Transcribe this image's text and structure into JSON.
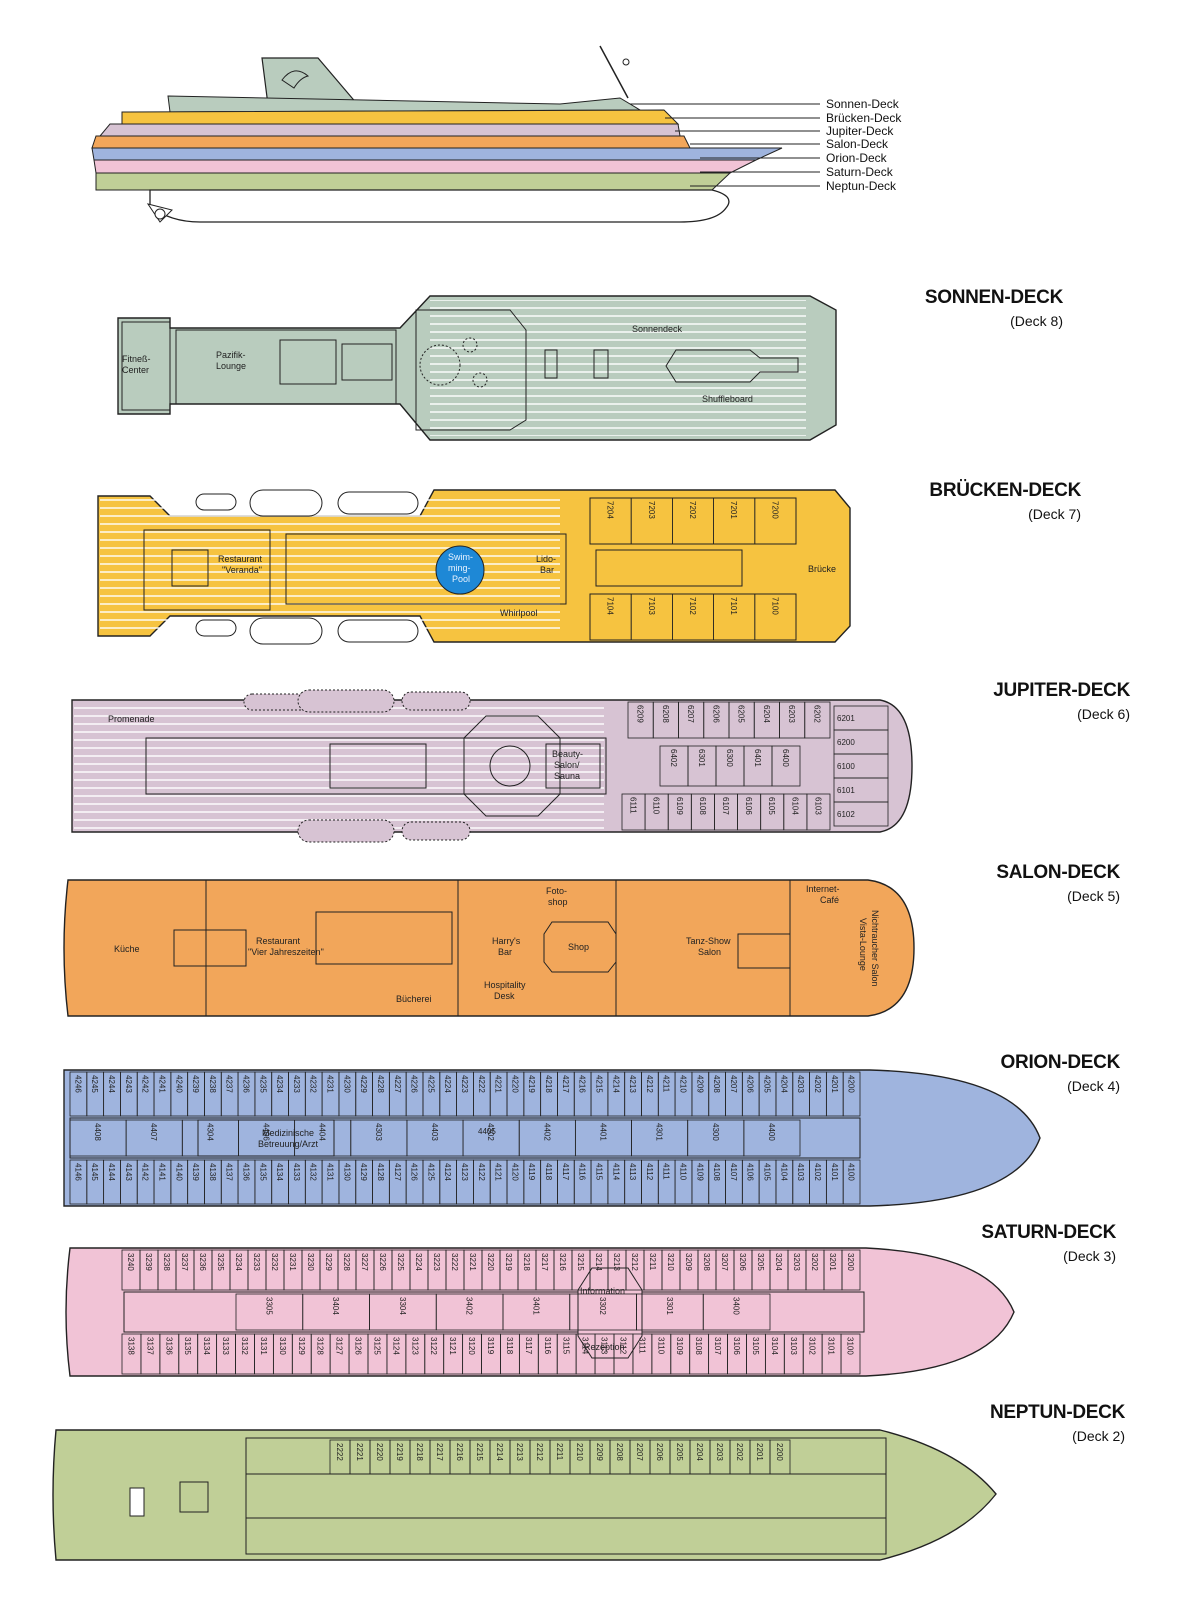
{
  "colors": {
    "sonnen": "#b9ccbe",
    "bruecken": "#f6c340",
    "jupiter": "#d7c3d3",
    "salon": "#f2a65a",
    "orion": "#9fb4de",
    "saturn": "#f1c3d6",
    "neptun": "#c0cf97",
    "outline": "#222222",
    "hull": "#ffffff"
  },
  "profile": {
    "legend": [
      "Sonnen-Deck",
      "Brücken-Deck",
      "Jupiter-Deck",
      "Salon-Deck",
      "Orion-Deck",
      "Saturn-Deck",
      "Neptun-Deck"
    ]
  },
  "decks": [
    {
      "key": "sonnen",
      "title": "SONNEN-DECK",
      "sub": "(Deck 8)"
    },
    {
      "key": "bruecken",
      "title": "BRÜCKEN-DECK",
      "sub": "(Deck 7)"
    },
    {
      "key": "jupiter",
      "title": "JUPITER-DECK",
      "sub": "(Deck 6)"
    },
    {
      "key": "salon",
      "title": "SALON-DECK",
      "sub": "(Deck 5)"
    },
    {
      "key": "orion",
      "title": "ORION-DECK",
      "sub": "(Deck 4)"
    },
    {
      "key": "saturn",
      "title": "SATURN-DECK",
      "sub": "(Deck 3)"
    },
    {
      "key": "neptun",
      "title": "NEPTUN-DECK",
      "sub": "(Deck 2)"
    }
  ],
  "rooms": {
    "sonnen": [
      "Fitneß-",
      "Center",
      "Pazifik-",
      "Lounge",
      "Sonnendeck",
      "Shuffleboard"
    ],
    "bruecken": [
      "Restaurant",
      "\"Veranda\"",
      "Swim-",
      "ming-",
      "Pool",
      "Whirlpool",
      "Lido-",
      "Bar",
      "Brücke"
    ],
    "bruecken_cabins_top": [
      "7204",
      "7203",
      "7202",
      "7201",
      "7200"
    ],
    "bruecken_cabins_bottom": [
      "7104",
      "7103",
      "7102",
      "7101",
      "7100"
    ],
    "jupiter": [
      "Promenade",
      "Beauty-",
      "Salon/",
      "Sauna"
    ],
    "jupiter_cabins_top": [
      "6209",
      "6208",
      "6207",
      "6206",
      "6205",
      "6204",
      "6203",
      "6202"
    ],
    "jupiter_cabins_bottom": [
      "6111",
      "6110",
      "6109",
      "6108",
      "6107",
      "6106",
      "6105",
      "6104",
      "6103"
    ],
    "jupiter_inner": [
      "6402",
      "6301",
      "6300",
      "6401",
      "6400"
    ],
    "jupiter_bow": [
      "6201",
      "6200",
      "6100",
      "6101",
      "6102"
    ],
    "salon": [
      "Küche",
      "Restaurant",
      "\"Vier Jahreszeiten\"",
      "Bücherei",
      "Foto-",
      "shop",
      "Harry's",
      "Bar",
      "Hospitality",
      "Desk",
      "Shop",
      "Tanz-Show",
      "Salon",
      "Internet-",
      "Café",
      "Nichtraucher Salon",
      "Vista-Lounge"
    ],
    "orion": [
      "Medizinische",
      "Betreuung/Arzt",
      "4405"
    ],
    "orion_cabins_top": [
      "4246",
      "4245",
      "4244",
      "4243",
      "4242",
      "4241",
      "4240",
      "4239",
      "4238",
      "4237",
      "4236",
      "4235",
      "4234",
      "4233",
      "4232",
      "4231",
      "4230",
      "4229",
      "4228",
      "4227",
      "4226",
      "4225",
      "4224",
      "4223",
      "4222",
      "4221",
      "4220",
      "4219",
      "4218",
      "4217",
      "4216",
      "4215",
      "4214",
      "4213",
      "4212",
      "4211",
      "4210",
      "4209",
      "4208",
      "4207",
      "4206",
      "4205",
      "4204",
      "4203",
      "4202",
      "4201",
      "4200"
    ],
    "orion_cabins_bottom": [
      "4146",
      "4145",
      "4144",
      "4143",
      "4142",
      "4141",
      "4140",
      "4139",
      "4138",
      "4137",
      "4136",
      "4135",
      "4134",
      "4133",
      "4132",
      "4131",
      "4130",
      "4129",
      "4128",
      "4127",
      "4126",
      "4125",
      "4124",
      "4123",
      "4122",
      "4121",
      "4120",
      "4119",
      "4118",
      "4117",
      "4116",
      "4115",
      "4114",
      "4113",
      "4112",
      "4111",
      "4110",
      "4109",
      "4108",
      "4107",
      "4106",
      "4105",
      "4104",
      "4103",
      "4102",
      "4101",
      "4100"
    ],
    "orion_inner": [
      "4408",
      "4407",
      "4304",
      "4406",
      "4404",
      "4303",
      "4403",
      "4302",
      "4402",
      "4401",
      "4301",
      "4300",
      "4400"
    ],
    "saturn": [
      "Information",
      "Rezeption"
    ],
    "saturn_cabins_top": [
      "3240",
      "3239",
      "3238",
      "3237",
      "3236",
      "3235",
      "3234",
      "3233",
      "3232",
      "3231",
      "3230",
      "3229",
      "3228",
      "3227",
      "3226",
      "3225",
      "3224",
      "3223",
      "3222",
      "3221",
      "3220",
      "3219",
      "3218",
      "3217",
      "3216",
      "3215",
      "3214",
      "3213",
      "3212",
      "3211",
      "3210",
      "3209",
      "3208",
      "3207",
      "3206",
      "3205",
      "3204",
      "3203",
      "3202",
      "3201",
      "3200"
    ],
    "saturn_cabins_bottom": [
      "3138",
      "3137",
      "3136",
      "3135",
      "3134",
      "3133",
      "3132",
      "3131",
      "3130",
      "3129",
      "3128",
      "3127",
      "3126",
      "3125",
      "3124",
      "3123",
      "3122",
      "3121",
      "3120",
      "3119",
      "3118",
      "3117",
      "3116",
      "3115",
      "3114",
      "3113",
      "3112",
      "3111",
      "3110",
      "3109",
      "3108",
      "3107",
      "3106",
      "3105",
      "3104",
      "3103",
      "3102",
      "3101",
      "3100"
    ],
    "saturn_inner": [
      "3305",
      "3404",
      "3304",
      "3402",
      "3401",
      "3302",
      "3301",
      "3400"
    ],
    "neptun_cabins": [
      "2222",
      "2221",
      "2220",
      "2219",
      "2218",
      "2217",
      "2216",
      "2215",
      "2214",
      "2213",
      "2212",
      "2211",
      "2210",
      "2209",
      "2208",
      "2207",
      "2206",
      "2205",
      "2204",
      "2203",
      "2202",
      "2201",
      "2200"
    ]
  }
}
